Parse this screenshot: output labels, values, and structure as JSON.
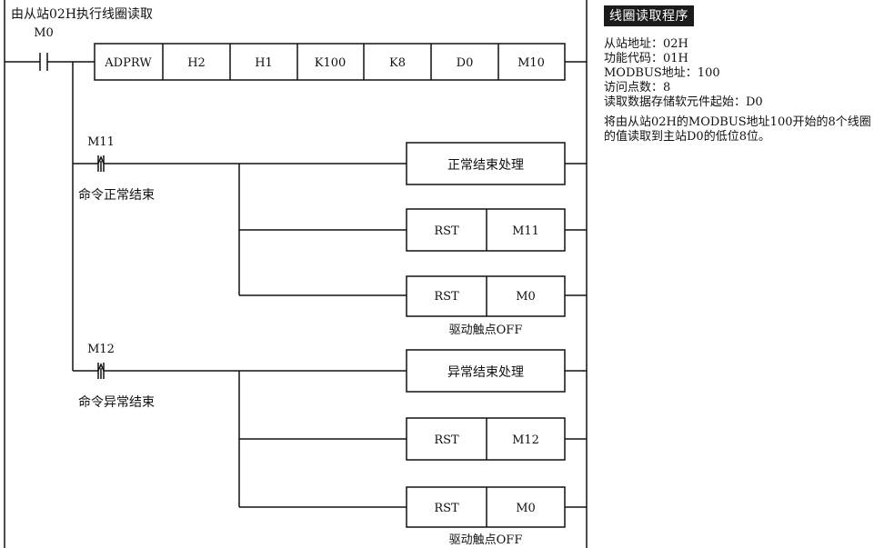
{
  "rung_title": "由从站02H执行线圈读取",
  "start_contact": "M0",
  "instruction": {
    "op": "ADPRW",
    "operands": [
      "H2",
      "H1",
      "K100",
      "K8",
      "D0",
      "M10"
    ]
  },
  "normal_branch": {
    "contact": "M11",
    "caption": "命令正常结束",
    "process_label": "正常结束处理",
    "rst1": {
      "op": "RST",
      "arg": "M11"
    },
    "rst2": {
      "op": "RST",
      "arg": "M0"
    },
    "note": "驱动触点OFF"
  },
  "error_branch": {
    "contact": "M12",
    "caption": "命令异常结束",
    "process_label": "异常结束处理",
    "rst1": {
      "op": "RST",
      "arg": "M12"
    },
    "rst2": {
      "op": "RST",
      "arg": "M0"
    },
    "note": "驱动触点OFF"
  },
  "panel": {
    "title": "线圈读取程序",
    "lines": [
      "从站地址：02H",
      "功能代码：01H",
      "MODBUS地址：100",
      "访问点数：8",
      "读取数据存储软元件起始：D0"
    ],
    "description": "将由从站02H的MODBUS地址100开始的8个线圈的值读取到主站D0的低位8位。"
  }
}
